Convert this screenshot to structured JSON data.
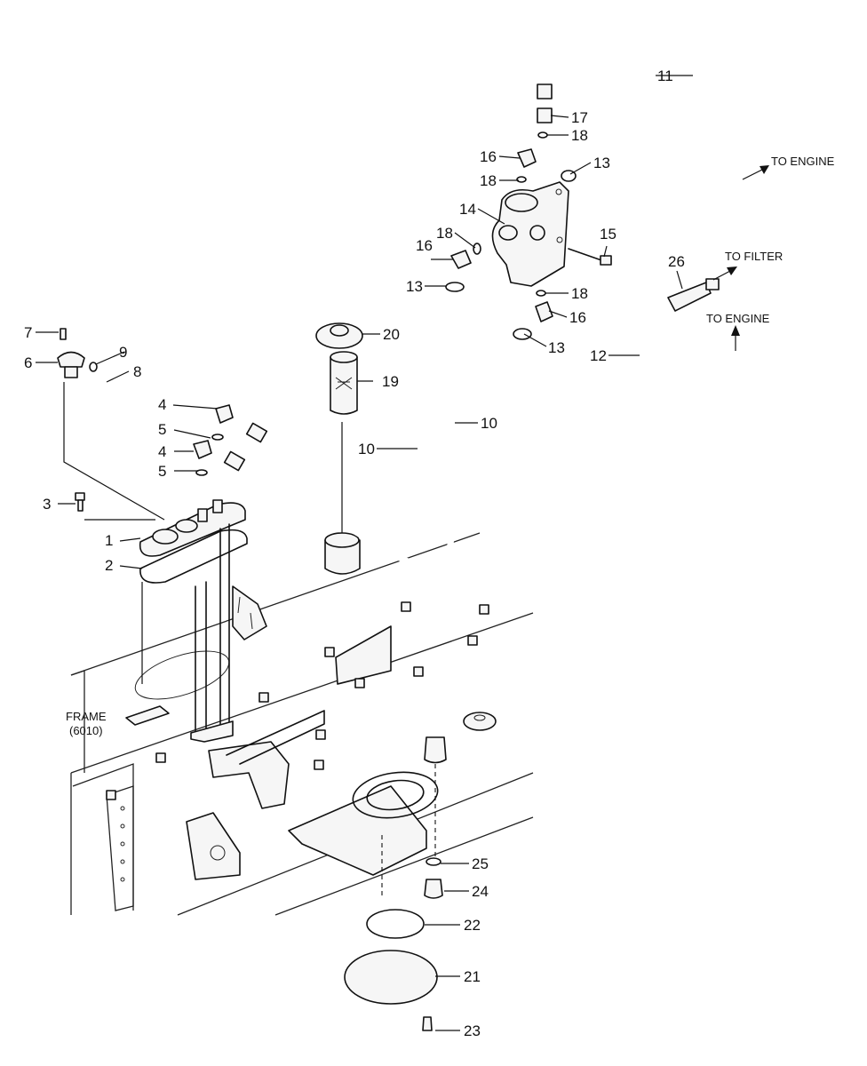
{
  "callouts": {
    "c1": "1",
    "c2": "2",
    "c3": "3",
    "c4a": "4",
    "c4b": "4",
    "c5a": "5",
    "c5b": "5",
    "c6": "6",
    "c7": "7",
    "c8": "8",
    "c9": "9",
    "c10a": "10",
    "c10b": "10",
    "c11": "11",
    "c12": "12",
    "c13a": "13",
    "c13b": "13",
    "c13c": "13",
    "c14": "14",
    "c15": "15",
    "c16a": "16",
    "c16b": "16",
    "c16c": "16",
    "c17": "17",
    "c18a": "18",
    "c18b": "18",
    "c18c": "18",
    "c18d": "18",
    "c19": "19",
    "c20": "20",
    "c21": "21",
    "c22": "22",
    "c23": "23",
    "c24": "24",
    "c25": "25",
    "c26": "26"
  },
  "labels": {
    "to_engine_top": "TO ENGINE",
    "to_filter": "TO FILTER",
    "to_engine_bottom": "TO ENGINE",
    "frame_line1": "FRAME",
    "frame_line2": "(6010)"
  }
}
